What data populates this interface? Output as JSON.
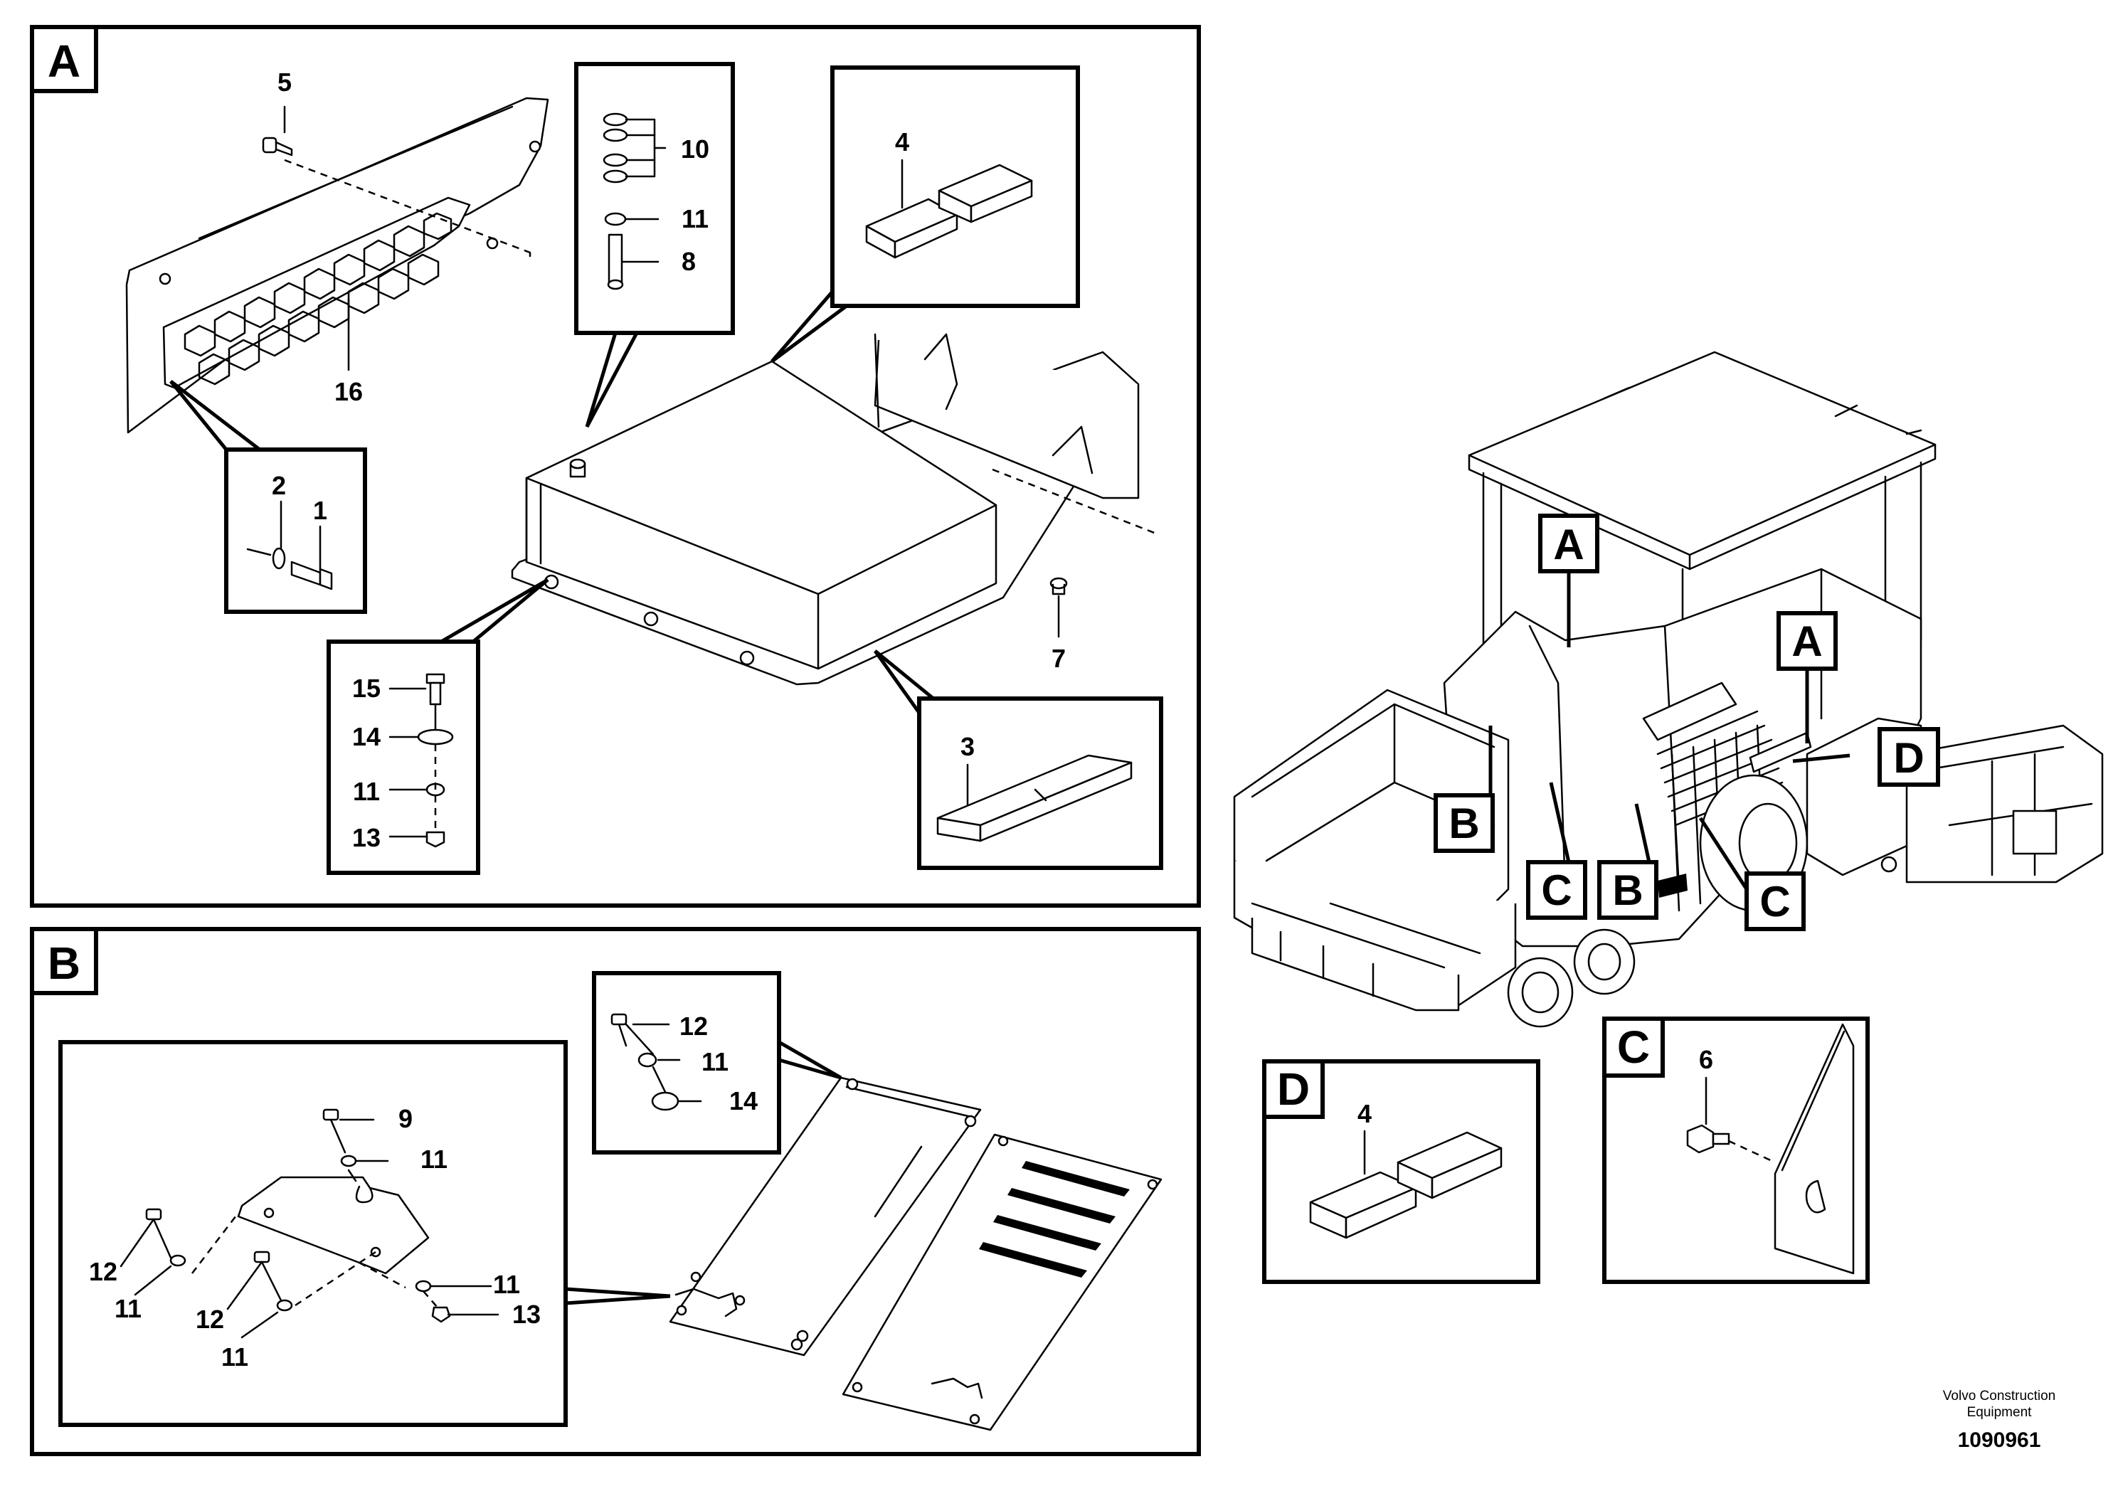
{
  "sections": {
    "A": "A",
    "B": "B",
    "C": "C",
    "D": "D"
  },
  "callouts": {
    "a1": "A",
    "a2": "A",
    "b1": "B",
    "b2": "B",
    "c1": "C",
    "c2": "C",
    "d1": "D"
  },
  "part_numbers": {
    "p5": "5",
    "p16": "16",
    "p2": "2",
    "p1": "1",
    "p10": "10",
    "p11a": "11",
    "p8": "8",
    "p4a": "4",
    "p7": "7",
    "p15": "15",
    "p14a": "14",
    "p11b": "11",
    "p13a": "13",
    "p3": "3",
    "p12a": "12",
    "p11c": "11",
    "p14b": "14",
    "p9": "9",
    "p11d": "11",
    "p12b": "12",
    "p11e": "11",
    "p12c": "12",
    "p11f": "11",
    "p11g": "11",
    "p13b": "13",
    "p4b": "4",
    "p6": "6"
  },
  "footer": {
    "line1": "Volvo Construction",
    "line2": "Equipment",
    "number": "1090961"
  }
}
